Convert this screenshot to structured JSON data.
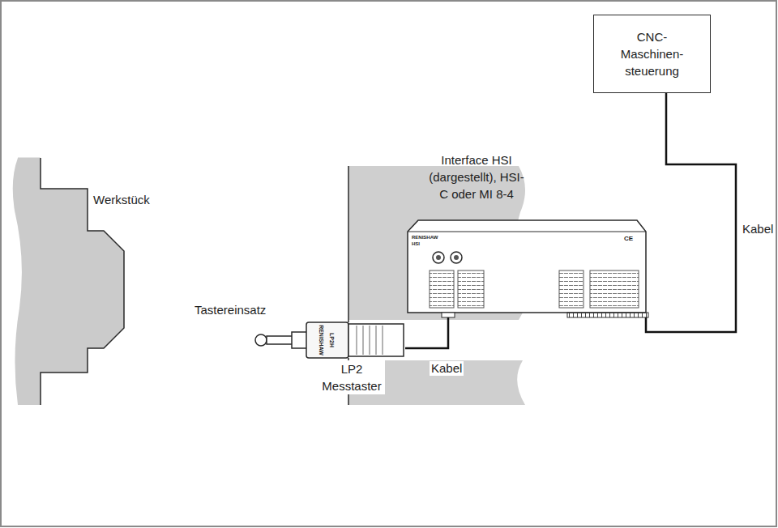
{
  "diagram": {
    "nodes": [
      {
        "text": [
          "CNC- Maschinen- steuerung"
        ]
      },
      {
        "text": [
          "Interface HSI (dargestellt), HSI-C oder MI 8-4"
        ]
      },
      {
        "text": [
          "LP2 Messtaster"
        ]
      }
    ],
    "edges": [
      {
        "from": 2,
        "to": 1,
        "arrow": "none",
        "label": "Kabel"
      },
      {
        "from": 1,
        "to": 0,
        "arrow": "none",
        "label": "Kabel"
      }
    ],
    "labels": [
      "Werkstück",
      "Tastereinsatz",
      "RENISHAW",
      "LP2H",
      "RENISHAW",
      "HSI",
      "CE"
    ]
  }
}
